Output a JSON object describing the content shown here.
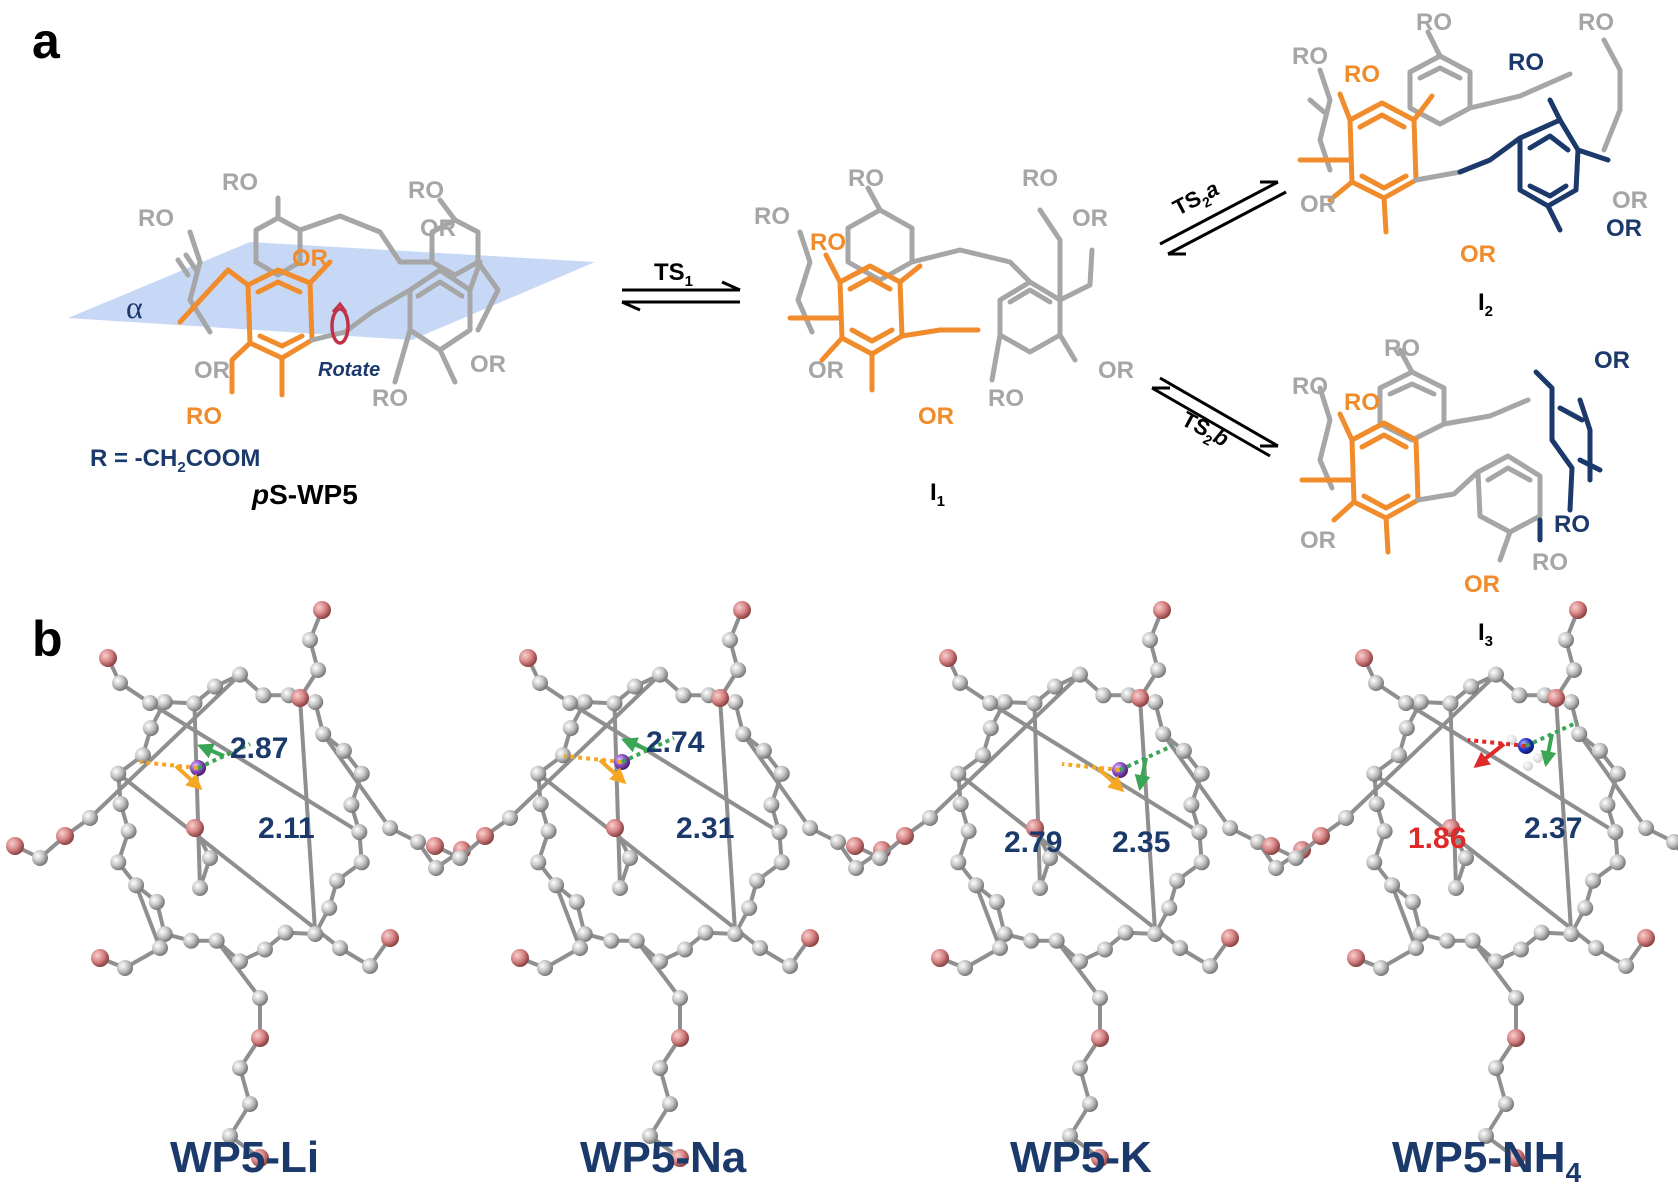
{
  "panels": {
    "a": "a",
    "b": "b"
  },
  "panel_a": {
    "ro": "RO",
    "or": "OR",
    "alpha": "α",
    "rotate": "Rotate",
    "r_def_main": "R = -CH",
    "r_def_sub": "2",
    "r_def_tail": "COOM",
    "ps_italic": "p",
    "ps_rest": "S-WP5",
    "ts1_main": "TS",
    "ts1_sub": "1",
    "ts2a_main": "TS",
    "ts2a_sub": "2",
    "ts2a_tail": "a",
    "ts2b_main": "TS",
    "ts2b_sub": "2",
    "ts2b_tail": "b",
    "i1_main": "I",
    "i1_sub": "1",
    "i2_main": "I",
    "i2_sub": "2",
    "i3_main": "I",
    "i3_sub": "3"
  },
  "panel_b": {
    "structures": [
      {
        "caption": "WP5-Li",
        "dist_a": "2.87",
        "dist_b": "2.11",
        "ion": "Li"
      },
      {
        "caption": "WP5-Na",
        "dist_a": "2.74",
        "dist_b": "2.31",
        "ion": "Na"
      },
      {
        "caption": "WP5-K",
        "dist_a": "2.79",
        "dist_b": "2.35",
        "ion": "K"
      },
      {
        "caption_main": "WP5-NH",
        "caption_sub": "4",
        "dist_a": "1.86",
        "dist_b": "2.37",
        "ion": "NH4"
      }
    ]
  },
  "colors": {
    "gray_bond": "#a6a6a6",
    "orange": "#f08c2c",
    "navy": "#1b3a6b",
    "plane": "#a9c3f2",
    "rotate_arrow": "#c0324a",
    "atom_c": "#bdbdbd",
    "atom_o": "#d98585",
    "metal": "#8a4fc2",
    "nitrogen": "#2636c9",
    "green": "#3aa655",
    "red_dist": "#e02a2a"
  }
}
